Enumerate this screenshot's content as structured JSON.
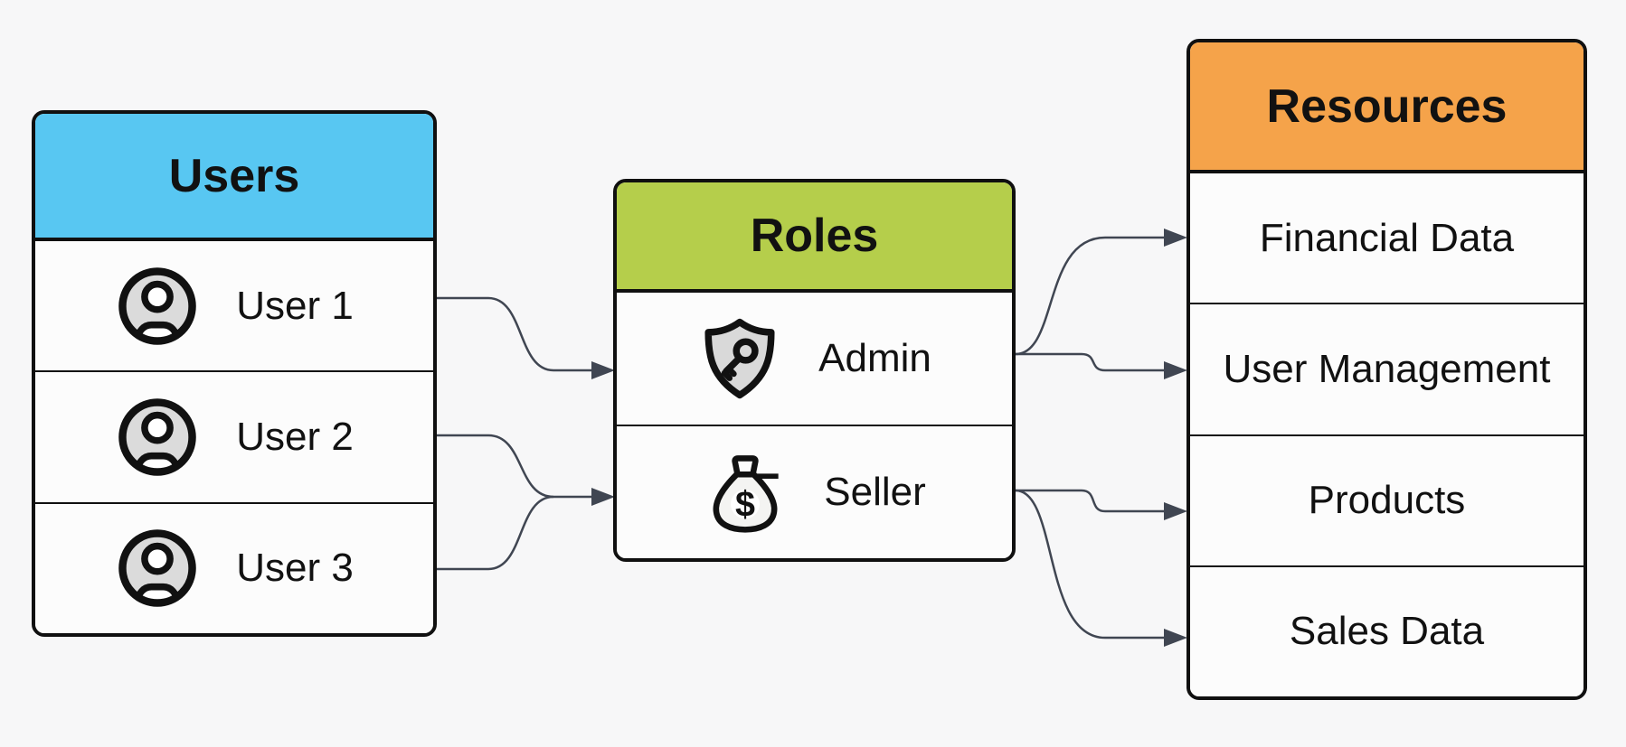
{
  "diagram": {
    "type": "rbac-flow",
    "background_color": "#f7f7f8",
    "connector_color": "#404652",
    "border_color": "#101010",
    "columns": {
      "users": {
        "title": "Users",
        "header_color": "#58c7f2",
        "items": [
          {
            "label": "User 1",
            "icon": "user-avatar-icon"
          },
          {
            "label": "User 2",
            "icon": "user-avatar-icon"
          },
          {
            "label": "User 3",
            "icon": "user-avatar-icon"
          }
        ]
      },
      "roles": {
        "title": "Roles",
        "header_color": "#b5ce4b",
        "items": [
          {
            "label": "Admin",
            "icon": "shield-key-icon"
          },
          {
            "label": "Seller",
            "icon": "money-bag-icon"
          }
        ]
      },
      "resources": {
        "title": "Resources",
        "header_color": "#f5a34a",
        "items": [
          {
            "label": "Financial Data"
          },
          {
            "label": "User Management"
          },
          {
            "label": "Products"
          },
          {
            "label": "Sales Data"
          }
        ]
      }
    },
    "connections": [
      {
        "from": "User 1",
        "to": "Admin"
      },
      {
        "from": "User 2",
        "to": "Seller"
      },
      {
        "from": "User 3",
        "to": "Seller"
      },
      {
        "from": "Admin",
        "to": "Financial Data"
      },
      {
        "from": "Admin",
        "to": "User Management"
      },
      {
        "from": "Seller",
        "to": "Products"
      },
      {
        "from": "Seller",
        "to": "Sales Data"
      }
    ]
  }
}
